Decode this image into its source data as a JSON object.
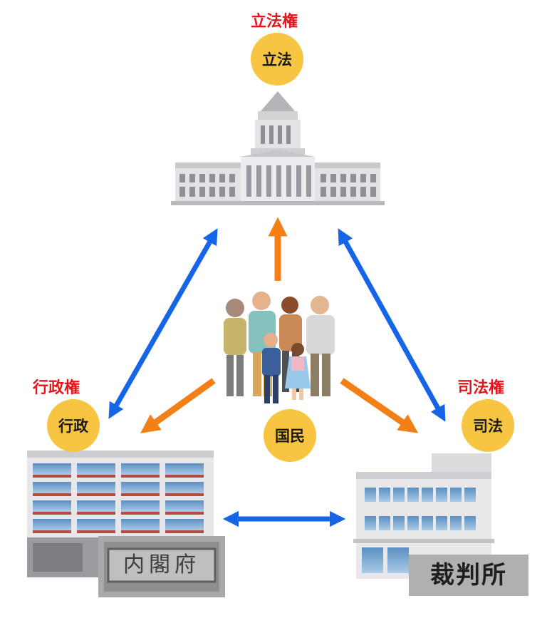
{
  "legislative": {
    "power_label": "立法権",
    "badge": "立法"
  },
  "executive": {
    "power_label": "行政権",
    "badge": "行政",
    "sign": "内閣府"
  },
  "judicial": {
    "power_label": "司法権",
    "badge": "司法",
    "sign": "裁判所"
  },
  "people": {
    "badge": "国民"
  },
  "colors": {
    "power_label": "#e8141b",
    "badge": "#f7c541",
    "blue_arrow": "#1565e6",
    "orange_arrow": "#f47f16"
  }
}
